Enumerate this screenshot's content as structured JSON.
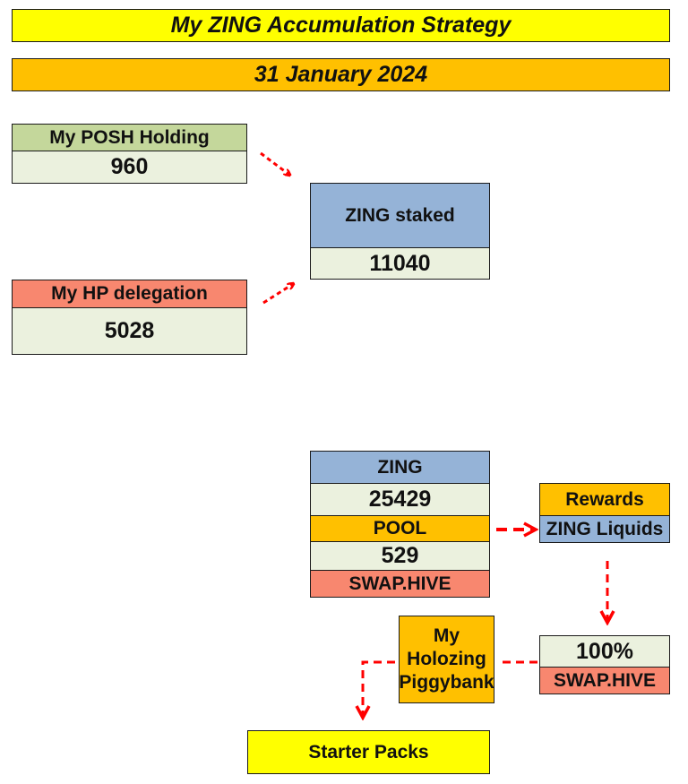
{
  "header": {
    "title": "My ZING Accumulation Strategy",
    "date": "31 January 2024"
  },
  "posh": {
    "label": "My POSH Holding",
    "value": "960"
  },
  "hp": {
    "label": "My HP delegation",
    "value": "5028"
  },
  "staked": {
    "label": "ZING staked",
    "value": "11040"
  },
  "pool": {
    "zing_label": "ZING",
    "zing_value": "25429",
    "pool_label": "POOL",
    "pool_value": "529",
    "swap_label": "SWAP.HIVE"
  },
  "rewards": {
    "label": "Rewards",
    "sub_label": "ZING Liquids"
  },
  "conversion": {
    "percent": "100%",
    "label": "SWAP.HIVE"
  },
  "piggybank": {
    "label": "My Holozing Piggybank"
  },
  "starter": {
    "label": "Starter Packs"
  },
  "colors": {
    "yellow": "#ffff00",
    "orange": "#ffc000",
    "green_header": "#c4d79b",
    "green_value": "#ebf1de",
    "salmon": "#f8876f",
    "blue": "#95b3d7",
    "arrow_red": "#ff0000"
  }
}
